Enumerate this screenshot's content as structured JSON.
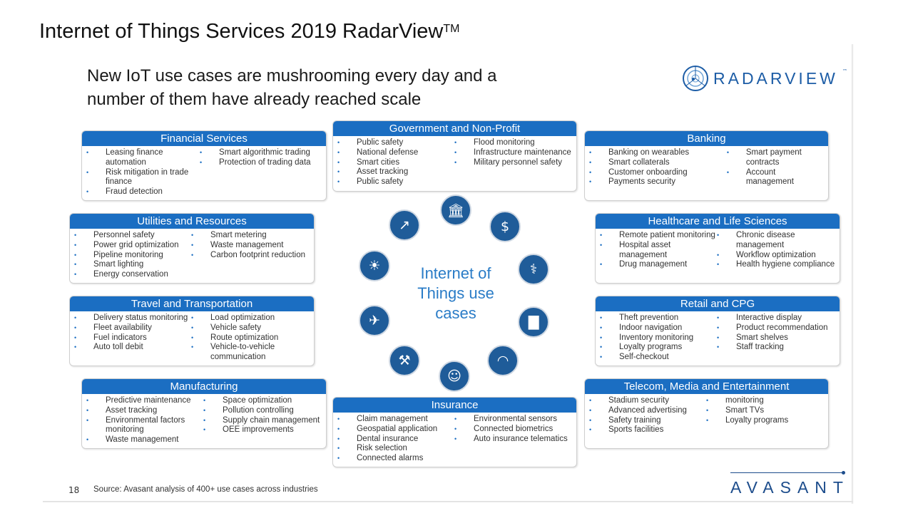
{
  "title": "Internet of Things Services 2019 RadarView",
  "title_tm": "TM",
  "subtitle_line1": "New IoT use cases are mushrooming every day and a",
  "subtitle_line2": "number of them have already reached scale",
  "logo": {
    "text": "RADARVIEW",
    "tm": "™"
  },
  "center_text": [
    "Internet of",
    "Things use",
    "cases"
  ],
  "colors": {
    "header": "#1b6ec2",
    "icon": "#1f5c99",
    "center": "#2a7cc7"
  },
  "boxes": [
    {
      "id": "financial-services",
      "title": "Financial Services",
      "col1": [
        "Leasing finance automation",
        "Risk mitigation in trade finance",
        "Fraud detection"
      ],
      "col2": [
        "Smart algorithmic trading",
        "Protection of trading data"
      ]
    },
    {
      "id": "government",
      "title": "Government and Non-Profit",
      "col1": [
        "Public safety",
        "National defense",
        "Smart cities",
        "Asset tracking",
        "Public safety"
      ],
      "col2": [
        "Flood monitoring",
        "Infrastructure maintenance",
        "Military personnel safety"
      ]
    },
    {
      "id": "banking",
      "title": "Banking",
      "col1": [
        "Banking on wearables",
        "Smart collaterals",
        "Customer onboarding",
        "Payments security"
      ],
      "col2": [
        "Smart payment contracts",
        "Account management"
      ]
    },
    {
      "id": "utilities",
      "title": "Utilities and Resources",
      "col1": [
        "Personnel safety",
        "Power grid optimization",
        "Pipeline monitoring",
        "Smart lighting",
        "Energy conservation"
      ],
      "col2": [
        "Smart metering",
        "Waste management",
        "Carbon footprint reduction"
      ]
    },
    {
      "id": "healthcare",
      "title": "Healthcare and Life Sciences",
      "col1": [
        "Remote patient monitoring",
        "Hospital asset management",
        "Drug management"
      ],
      "col2": [
        "Chronic disease management",
        "Workflow optimization",
        "Health hygiene compliance"
      ]
    },
    {
      "id": "travel",
      "title": "Travel and Transportation",
      "col1": [
        "Delivery status monitoring",
        "Fleet availability",
        "Fuel indicators",
        "Auto toll debit"
      ],
      "col2": [
        "Load optimization",
        "Vehicle safety",
        "Route optimization",
        "Vehicle-to-vehicle communication"
      ]
    },
    {
      "id": "retail",
      "title": "Retail and CPG",
      "col1": [
        "Theft prevention",
        "Indoor navigation",
        "Inventory monitoring",
        "Loyalty programs",
        "Self-checkout"
      ],
      "col2": [
        "Interactive display",
        "Product recommendation",
        "Smart shelves",
        "Staff tracking"
      ]
    },
    {
      "id": "manufacturing",
      "title": "Manufacturing",
      "col1": [
        "Predictive maintenance",
        "Asset tracking",
        "Environmental factors monitoring",
        "Waste management"
      ],
      "col2": [
        "Space optimization",
        "Pollution controlling",
        "Supply chain management",
        "OEE improvements"
      ]
    },
    {
      "id": "insurance",
      "title": "Insurance",
      "col1": [
        "Claim management",
        "Geospatial application",
        "Dental insurance",
        "Risk selection",
        "Connected alarms"
      ],
      "col2": [
        "Environmental sensors",
        "Connected biometrics",
        "Auto insurance telematics"
      ]
    },
    {
      "id": "telecom",
      "title": "Telecom, Media and Entertainment",
      "col1": [
        "Stadium security",
        "Advanced advertising",
        "Safety training",
        "Sports facilities"
      ],
      "col2": [
        "monitoring",
        "Smart TVs",
        "Loyalty programs"
      ]
    }
  ],
  "icons": [
    "bank-icon",
    "coins-icon",
    "medicine-icon",
    "retail-chart-icon",
    "satellite-dish-icon",
    "people-icon",
    "worker-icon",
    "airplane-icon",
    "lightbulb-icon",
    "analytics-icon"
  ],
  "footer": {
    "page": "18",
    "source": "Source: Avasant analysis of 400+ use cases across industries",
    "brand": "AVASANT"
  }
}
